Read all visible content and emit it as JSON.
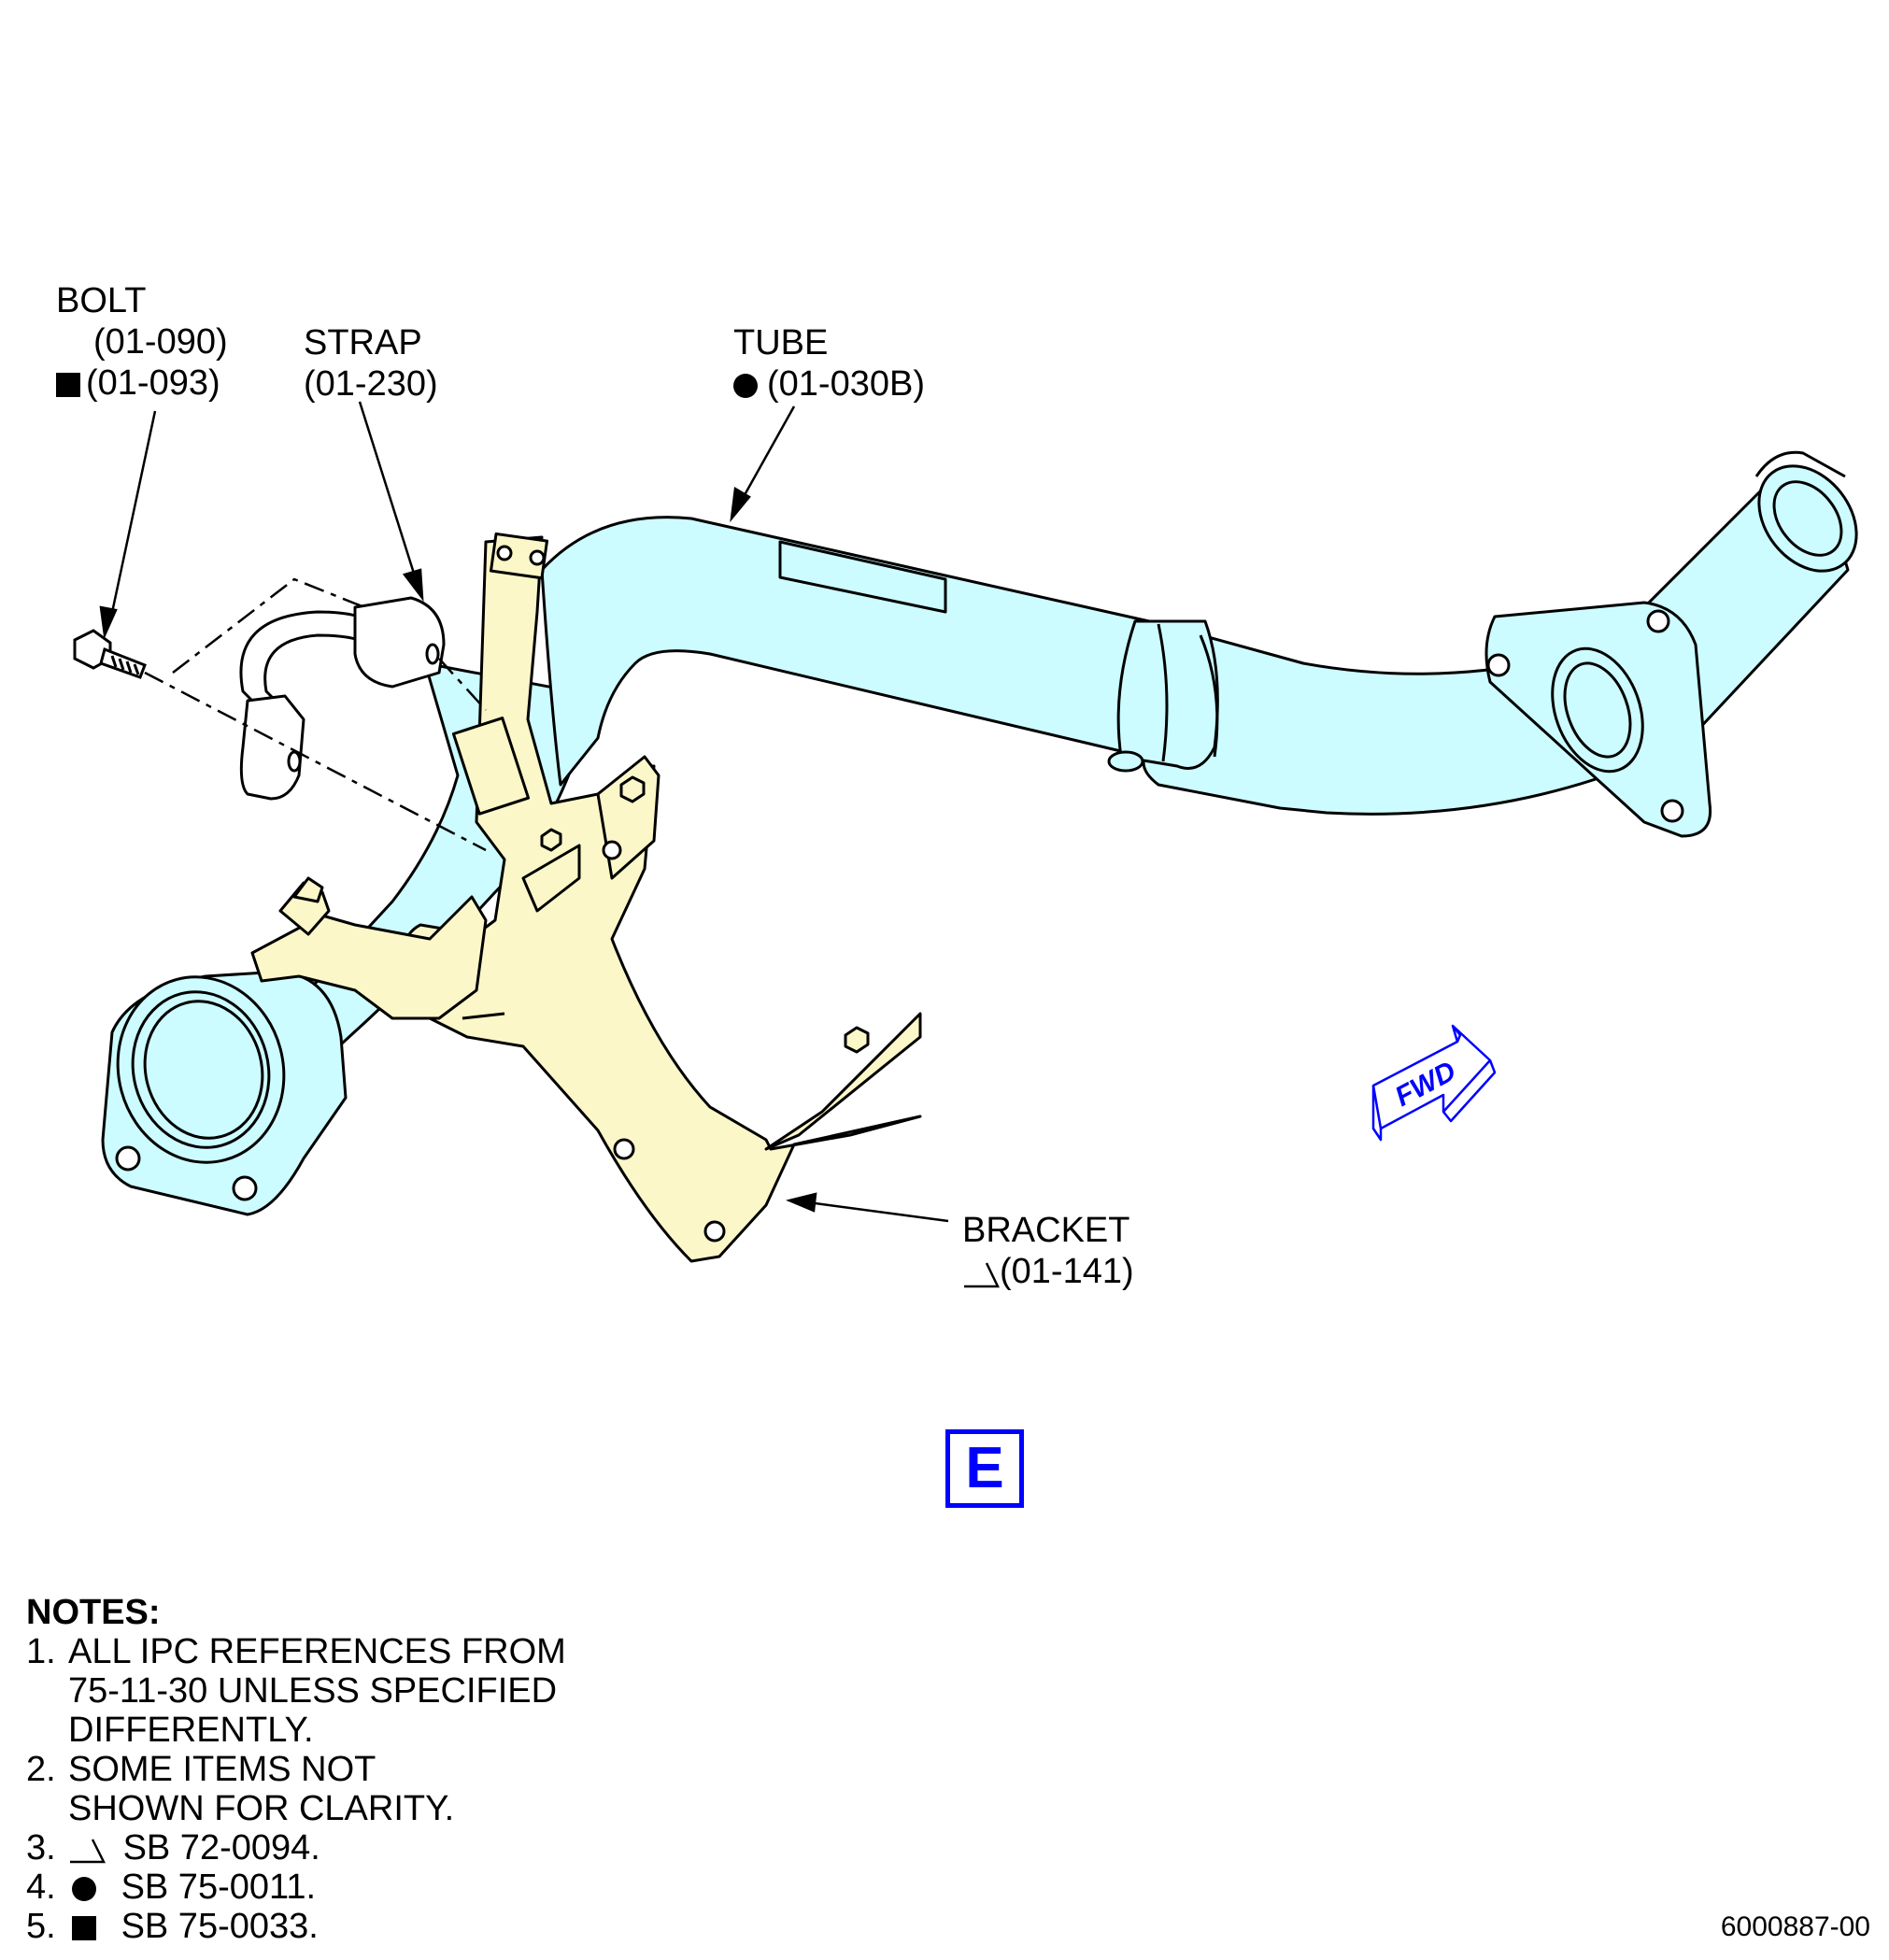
{
  "labels": {
    "bolt": {
      "name": "BOLT",
      "ref1": "(01-090)",
      "ref2": "(01-093)",
      "ref2_symbol": "filled-square"
    },
    "strap": {
      "name": "STRAP",
      "ref": "(01-230)"
    },
    "tube": {
      "name": "TUBE",
      "ref": "(01-030B)",
      "ref_symbol": "filled-circle"
    },
    "bracket": {
      "name": "BRACKET",
      "ref": "(01-141)",
      "ref_symbol": "triangle-flag"
    }
  },
  "fwd_arrow": {
    "text": "FWD",
    "color": "#0000ff"
  },
  "view": {
    "letter": "E",
    "color": "#0000ff"
  },
  "notes": {
    "heading": "NOTES:",
    "items": [
      {
        "num": "1.",
        "lines": [
          "ALL IPC REFERENCES FROM",
          "75-11-30 UNLESS SPECIFIED",
          "DIFFERENTLY."
        ]
      },
      {
        "num": "2.",
        "lines": [
          "SOME ITEMS NOT",
          "SHOWN FOR CLARITY."
        ]
      },
      {
        "num": "3.",
        "symbol": "triangle-flag",
        "text": "SB 72-0094."
      },
      {
        "num": "4.",
        "symbol": "filled-circle",
        "text": "SB 75-0011."
      },
      {
        "num": "5.",
        "symbol": "filled-square",
        "text": "SB 75-0033."
      }
    ]
  },
  "figure_id": "6000887-00",
  "colors": {
    "tube": "#ccfcff",
    "bracket": "#fbf7c8",
    "outline": "#000000",
    "accent": "#0000ff"
  }
}
